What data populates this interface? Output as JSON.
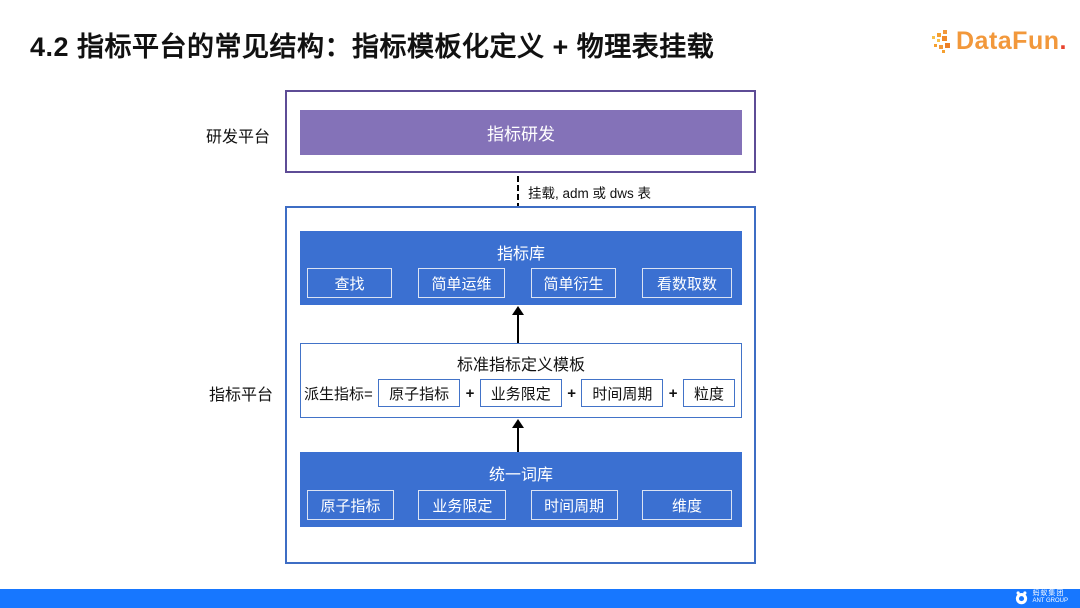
{
  "title": "4.2 指标平台的常见结构：指标模板化定义 + 物理表挂载",
  "brand": {
    "datafun_text": "DataFun",
    "datafun_dot": "."
  },
  "diagram": {
    "research_platform": {
      "label": "研发平台",
      "bar_title": "指标研发"
    },
    "mount_arrow_label": "挂载, adm 或 dws 表",
    "metrics_platform": {
      "label": "指标平台",
      "metric_store": {
        "title": "指标库",
        "items": [
          "查找",
          "简单运维",
          "简单衍生",
          "看数取数"
        ]
      },
      "template": {
        "title": "标准指标定义模板",
        "formula_prefix": "派生指标=",
        "plus": "+",
        "formula_items": [
          "原子指标",
          "业务限定",
          "时间周期",
          "粒度"
        ]
      },
      "vocabulary": {
        "title": "统一词库",
        "items": [
          "原子指标",
          "业务限定",
          "时间周期",
          "维度"
        ]
      }
    }
  },
  "footer": {
    "company_cn": "蚂蚁集团",
    "company_en": "ANT GROUP"
  },
  "colors": {
    "purple_fill": "#8472B8",
    "purple_border": "#5E4C96",
    "blue_fill": "#3B70D1",
    "blue_border": "#3E6DC4",
    "footer_blue": "#1777FF",
    "datafun_orange": "#F2983B",
    "datafun_red": "#E8432E"
  }
}
